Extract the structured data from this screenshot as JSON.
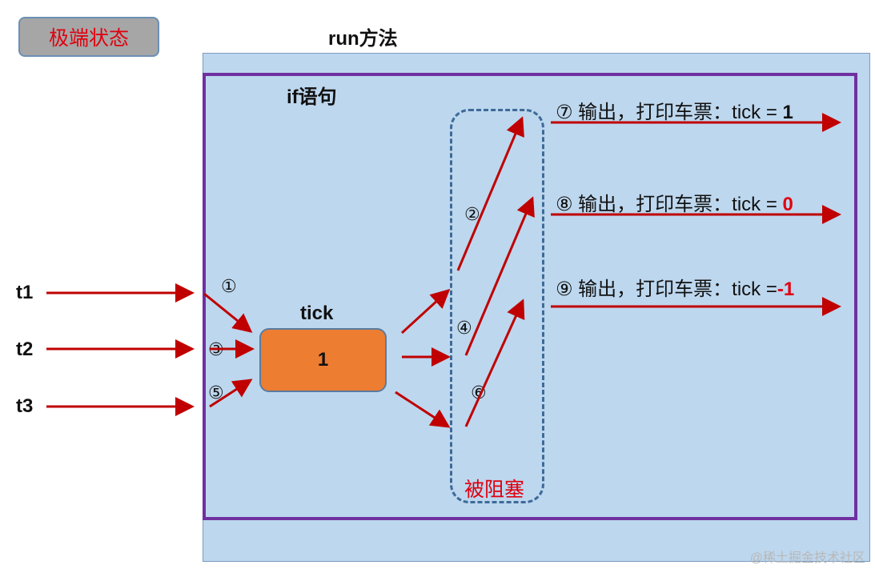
{
  "badge": "极端状态",
  "run_title": "run方法",
  "if_title": "if语句",
  "tick": {
    "label": "tick",
    "value": "1"
  },
  "threads": [
    "t1",
    "t2",
    "t3"
  ],
  "steps": {
    "s1": "①",
    "s2": "②",
    "s3": "③",
    "s4": "④",
    "s5": "⑤",
    "s6": "⑥"
  },
  "outputs": [
    {
      "prefix": "⑦ 输出，打印车票：tick = ",
      "value": "1",
      "value_color": "#111111"
    },
    {
      "prefix": "⑧ 输出，打印车票：tick = ",
      "value": "0",
      "value_color": "#e0000f"
    },
    {
      "prefix": "⑨ 输出，打印车票：tick =",
      "value": "-1",
      "value_color": "#e0000f"
    }
  ],
  "blocked_label": "被阻塞",
  "watermark": "@稀土掘金技术社区",
  "colors": {
    "arrow": "#c00000",
    "if_border": "#7030a0",
    "run_bg": "#bdd7ee",
    "tick_fill": "#ed7d31"
  }
}
